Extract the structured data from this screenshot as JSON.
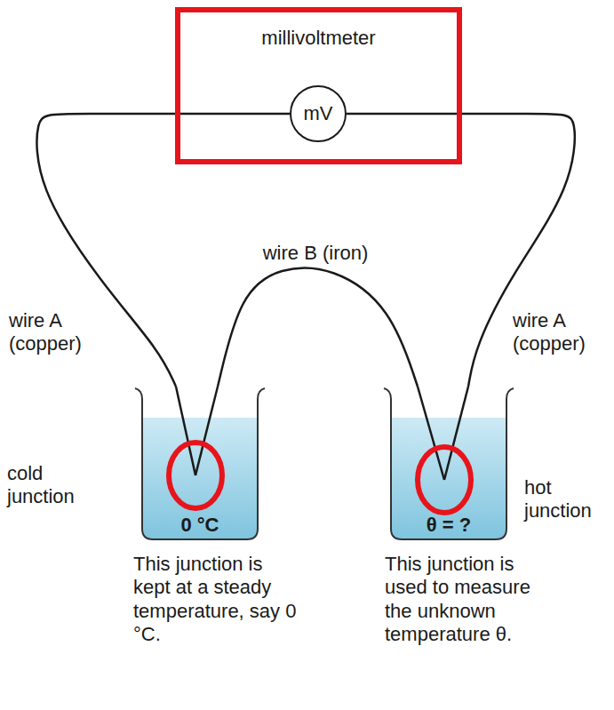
{
  "diagram": {
    "nodes": [
      {
        "text": [
          "millivoltmeter"
        ]
      },
      {
        "text": [
          "mV"
        ],
        "in": 0
      },
      {
        "text": [
          "0 °C"
        ]
      },
      {
        "text": [
          "θ = ?"
        ]
      }
    ],
    "edges": [
      {
        "from": 1,
        "to": 2,
        "arrow": "none",
        "label": "wire A (copper)"
      },
      {
        "from": 2,
        "to": 3,
        "arrow": "none",
        "label": "wire B (iron)"
      },
      {
        "from": 1,
        "to": 3,
        "arrow": "none",
        "label": "wire A (copper)"
      }
    ],
    "labels": [
      "cold junction",
      "hot junction",
      "This junction is kept at a steady temperature, say 0 °C.",
      "This junction is used to measure the unknown temperature θ."
    ]
  }
}
